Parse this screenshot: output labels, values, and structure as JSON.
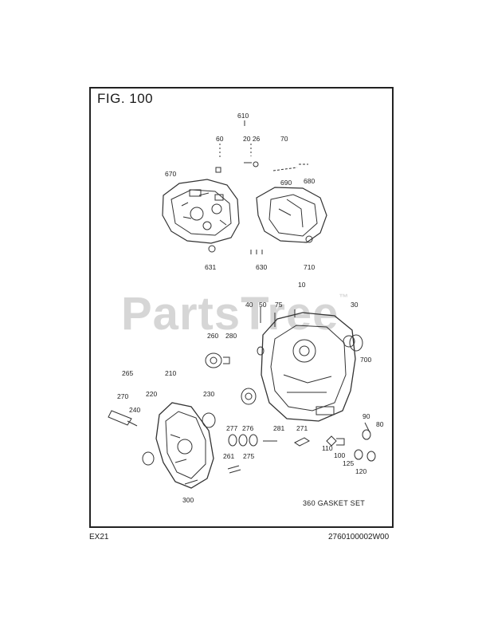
{
  "figure": {
    "title": "FIG. 100"
  },
  "watermark": {
    "text": "PartsTree",
    "mark": "™"
  },
  "footer": {
    "left": "EX21",
    "right": "2760100002W00"
  },
  "gasket_set": {
    "text": "360 GASKET SET"
  },
  "labels": {
    "l610": "610",
    "l60": "60",
    "l20_26": "20 26",
    "l70": "70",
    "l670": "670",
    "l690": "690",
    "l680": "680",
    "l631": "631",
    "l630": "630",
    "l710": "710",
    "l10": "10",
    "l40": "40",
    "l50": "50",
    "l75": "75",
    "l30": "30",
    "l260": "260",
    "l280": "280",
    "l700": "700",
    "l265": "265",
    "l210": "210",
    "l220": "220",
    "l230": "230",
    "l270": "270",
    "l240": "240",
    "l90": "90",
    "l80": "80",
    "l277": "277",
    "l276": "276",
    "l281": "281",
    "l271": "271",
    "l261": "261",
    "l275": "275",
    "l110": "110",
    "l100": "100",
    "l125": "125",
    "l120": "120",
    "l300": "300"
  }
}
